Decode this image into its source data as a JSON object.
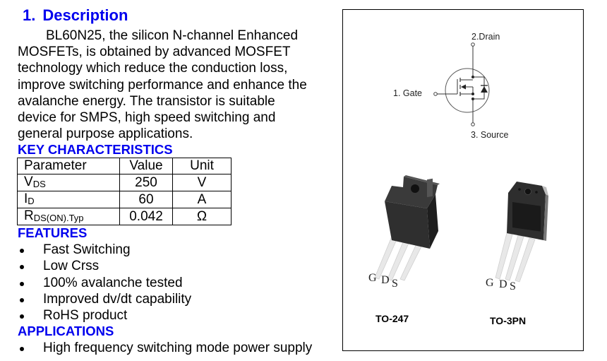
{
  "section": {
    "number": "1.",
    "title": "Description"
  },
  "description": {
    "lines": [
      "BL60N25, the silicon N-channel Enhanced",
      "MOSFETs, is obtained by advanced MOSFET",
      "technology which reduce the conduction loss,",
      "improve switching performance and enhance the",
      "avalanche energy. The transistor is suitable",
      "device for SMPS, high speed switching and",
      "general purpose applications."
    ]
  },
  "key_characteristics": {
    "heading": "KEY CHARACTERISTICS",
    "headers": [
      "Parameter",
      "Value",
      "Unit"
    ],
    "rows": [
      {
        "param_main": "V",
        "param_sub": "DS",
        "value": "250",
        "unit": "V"
      },
      {
        "param_main": "I",
        "param_sub": "D",
        "value": "60",
        "unit": "A"
      },
      {
        "param_main": "R",
        "param_sub": "DS(ON).Typ",
        "value": "0.042",
        "unit": "Ω"
      }
    ]
  },
  "features": {
    "heading": "FEATURES",
    "items": [
      "Fast Switching",
      "Low Crss",
      "100% avalanche tested",
      "Improved dv/dt capability",
      "RoHS product"
    ]
  },
  "applications": {
    "heading": "APPLICATIONS",
    "items": [
      "High frequency switching mode power supply"
    ]
  },
  "figure": {
    "schematic": {
      "drain_label": "2.Drain",
      "gate_label": "1. Gate",
      "source_label": "3. Source"
    },
    "packages": [
      {
        "name": "TO-247",
        "pins": [
          "G",
          "D",
          "S"
        ]
      },
      {
        "name": "TO-3PN",
        "pins": [
          "G",
          "D",
          "S"
        ]
      }
    ]
  },
  "colors": {
    "heading_blue": "#0000ee",
    "text": "#000000",
    "package_body": "#2b2b2b",
    "lead": "#e6e6e6"
  }
}
